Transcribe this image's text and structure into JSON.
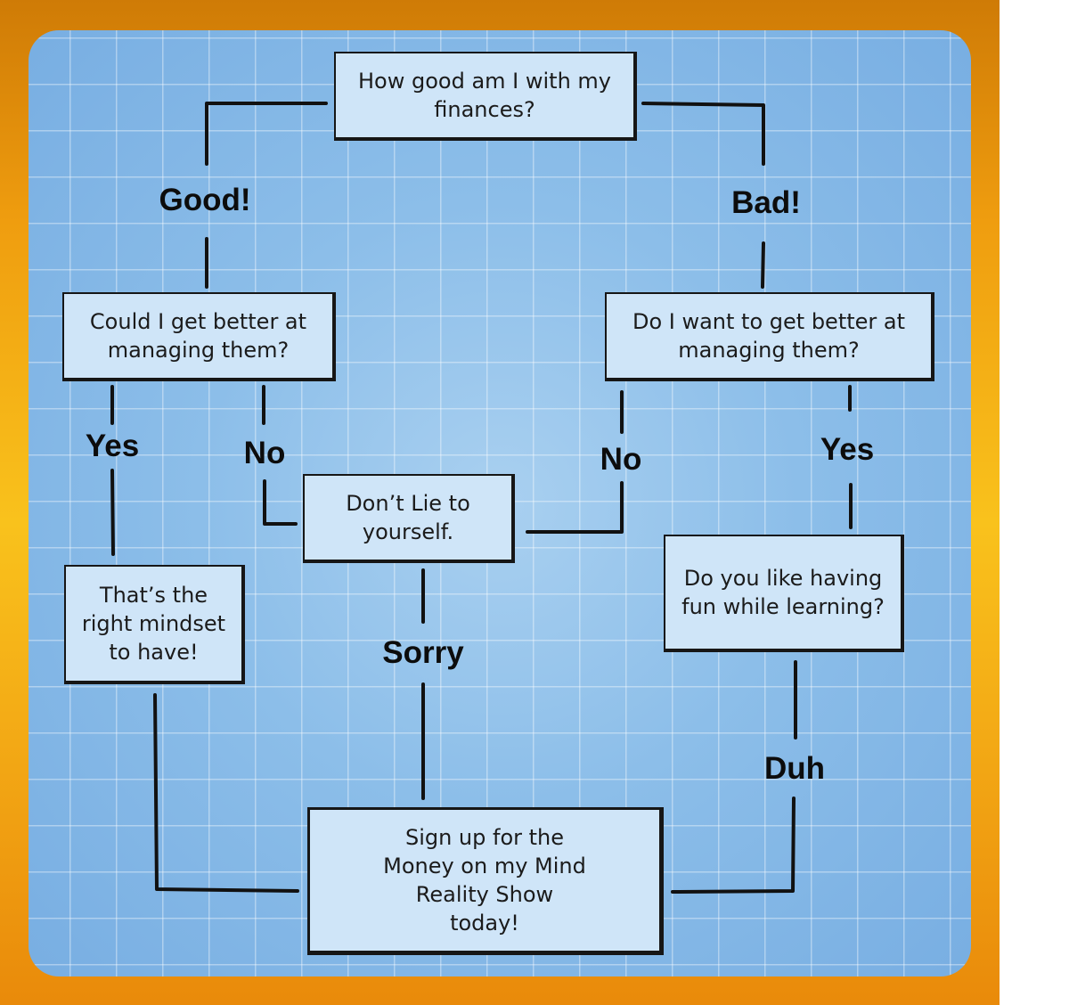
{
  "diagram": {
    "nodes": {
      "q_finances": "How good am I with my\nfinances?",
      "q_better": "Could I get better at\nmanaging them?",
      "q_want": "Do I want to get better at\nmanaging them?",
      "dont_lie": "Don’t Lie to\nyourself.",
      "right_mindset": "That’s the\nright mindset\nto have!",
      "q_fun": "Do you like having\nfun while learning?",
      "sign_up": "Sign up for the\nMoney on my Mind\nReality Show\ntoday!"
    },
    "edge_labels": {
      "good": "Good!",
      "bad": "Bad!",
      "yes_left": "Yes",
      "no_left": "No",
      "no_right": "No",
      "yes_right": "Yes",
      "sorry": "Sorry",
      "duh": "Duh"
    }
  }
}
